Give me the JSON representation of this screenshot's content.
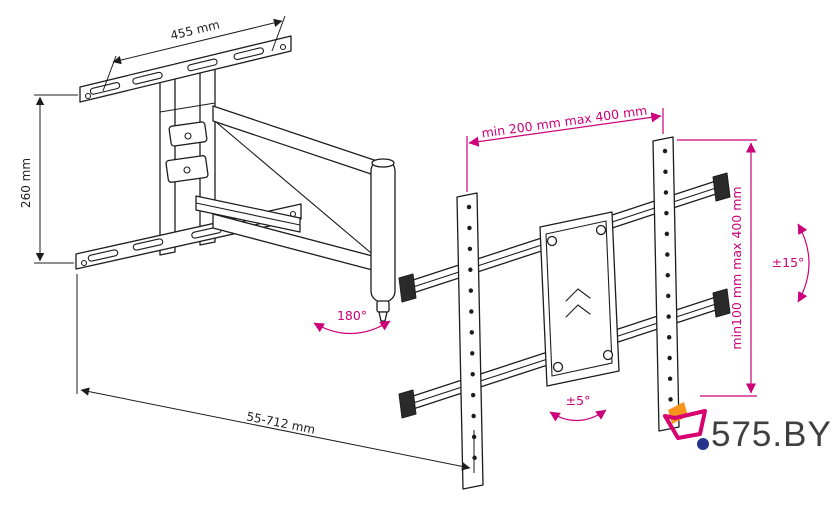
{
  "page": {
    "background": "#ffffff",
    "description": "Technical dimension drawing of an articulated TV wall mount bracket"
  },
  "diagram": {
    "labels": {
      "plate_width": "455 mm",
      "plate_height": "260 mm",
      "extension_range": "55-712 mm",
      "vesa_width": "min 200 mm max 400 mm",
      "vesa_height": "min100 mm max 400 mm",
      "swivel": "180°",
      "tilt": "±15°",
      "level": "±5°"
    },
    "colors": {
      "line": "#1d1d1d",
      "dimension_accent": "#cc007a"
    }
  },
  "logo": {
    "text": "575.BY",
    "text_color": "#3f3f42",
    "cart_colors": {
      "orange": "#f7941e",
      "magenta": "#d6006e",
      "blue": "#27348b"
    }
  }
}
